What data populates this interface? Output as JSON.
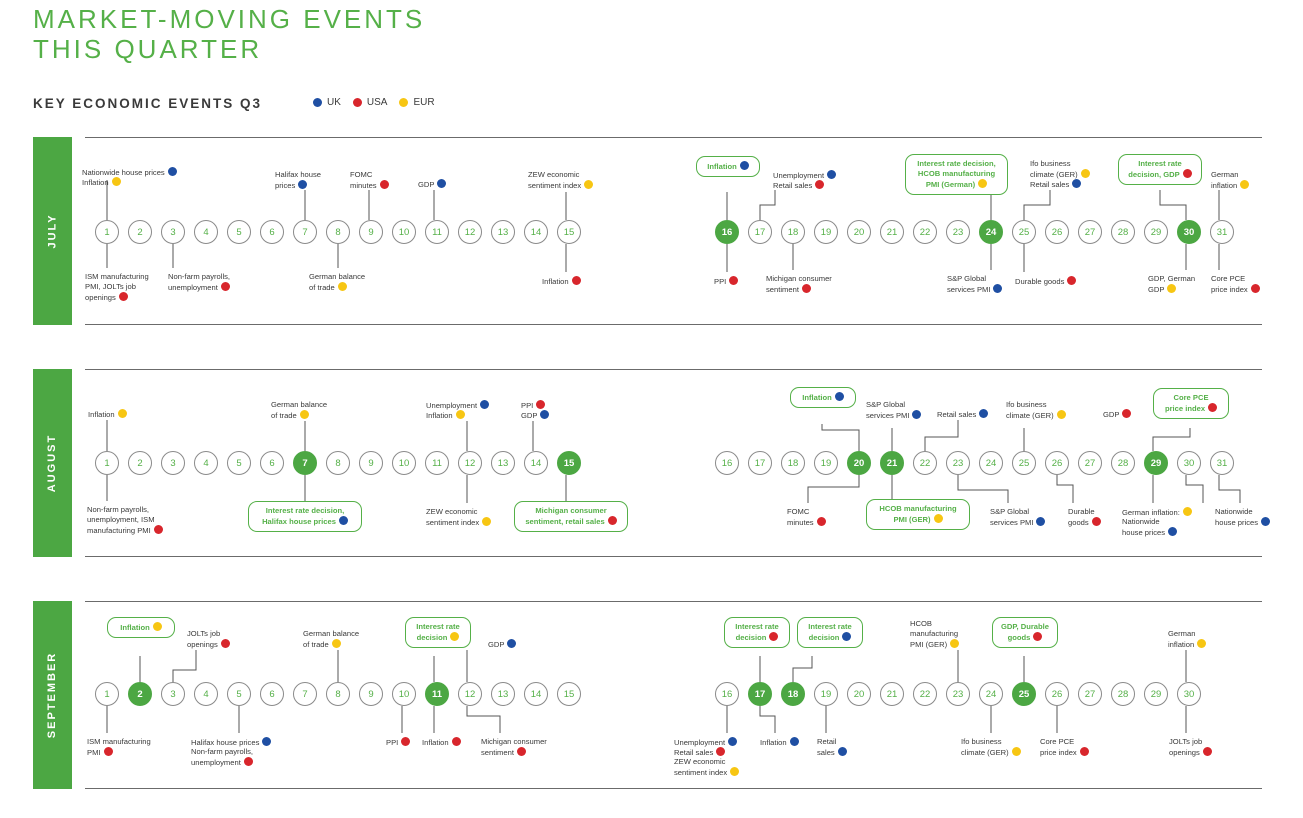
{
  "title_line1": "MARKET-MOVING EVENTS",
  "title_line2": "THIS QUARTER",
  "subtitle": "KEY ECONOMIC EVENTS Q3",
  "legend": [
    {
      "label": "UK",
      "key": "uk",
      "color": "#1f4fa3"
    },
    {
      "label": "USA",
      "key": "usa",
      "color": "#d8262c"
    },
    {
      "label": "EUR",
      "key": "eur",
      "color": "#f7c613"
    }
  ],
  "colors": {
    "brand_green": "#4ca743",
    "uk": "#1f4fa3",
    "usa": "#d8262c",
    "eur": "#f7c613"
  },
  "months": [
    {
      "name": "JULY",
      "days": 31,
      "highlighted": [
        16,
        24,
        30
      ],
      "events": [
        {
          "text": "Nationwide house prices",
          "dot": "uk"
        },
        {
          "text": "Inflation",
          "dot": "eur"
        },
        {
          "text": "ISM manufacturing\nPMI, JOLTs job\nopenings",
          "dot": "usa"
        },
        {
          "text": "Non-farm payrolls,\nunemployment",
          "dot": "usa"
        },
        {
          "text": "Halifax house\nprices",
          "dot": "uk"
        },
        {
          "text": "German balance\nof trade",
          "dot": "eur"
        },
        {
          "text": "FOMC\nminutes",
          "dot": "usa"
        },
        {
          "text": "GDP",
          "dot": "uk"
        },
        {
          "text": "ZEW economic\nsentiment index",
          "dot": "eur"
        },
        {
          "text": "Inflation",
          "dot": "usa"
        },
        {
          "text": "Inflation",
          "dot": "uk",
          "box": true
        },
        {
          "text": "PPI",
          "dot": "usa"
        },
        {
          "text": "Unemployment",
          "dot": "uk"
        },
        {
          "text": "Retail sales",
          "dot": "usa"
        },
        {
          "text": "Michigan consumer\nsentiment",
          "dot": "usa"
        },
        {
          "text": "Interest rate decision,\nHCOB manufacturing\nPMI (German)",
          "dot": "eur",
          "box": true
        },
        {
          "text": "S&P Global\nservices PMI",
          "dot": "uk"
        },
        {
          "text": "Ifo business\nclimate (GER)",
          "dot": "eur"
        },
        {
          "text": "Retail sales",
          "dot": "uk"
        },
        {
          "text": "Durable goods",
          "dot": "usa"
        },
        {
          "text": "Interest rate\ndecision, GDP",
          "dot": "usa",
          "box": true
        },
        {
          "text": "GDP, German\nGDP",
          "dot": "eur"
        },
        {
          "text": "German\ninflation",
          "dot": "eur"
        },
        {
          "text": "Core PCE\nprice index",
          "dot": "usa"
        }
      ]
    },
    {
      "name": "AUGUST",
      "days": 31,
      "highlighted": [
        7,
        15,
        20,
        21,
        29
      ],
      "events": [
        {
          "text": "Inflation",
          "dot": "eur"
        },
        {
          "text": "Non-farm payrolls,\nunemployment, ISM\nmanufacturing PMI",
          "dot": "usa"
        },
        {
          "text": "German balance\nof trade",
          "dot": "eur"
        },
        {
          "text": "Interest rate decision,\nHalifax house prices",
          "dot": "uk",
          "box": true
        },
        {
          "text": "Unemployment",
          "dot": "uk"
        },
        {
          "text": "Inflation",
          "dot": "eur"
        },
        {
          "text": "ZEW economic\nsentiment index",
          "dot": "eur"
        },
        {
          "text": "PPI",
          "dot": "usa"
        },
        {
          "text": "GDP",
          "dot": "uk"
        },
        {
          "text": "Michigan consumer\nsentiment, retail sales",
          "dot": "usa",
          "box": true
        },
        {
          "text": "Inflation",
          "dot": "uk",
          "box": true
        },
        {
          "text": "FOMC\nminutes",
          "dot": "usa"
        },
        {
          "text": "S&P Global\nservices PMI",
          "dot": "uk"
        },
        {
          "text": "HCOB manufacturing\nPMI (GER)",
          "dot": "eur",
          "box": true
        },
        {
          "text": "Retail sales",
          "dot": "uk"
        },
        {
          "text": "S&P Global\nservices PMI",
          "dot": "uk"
        },
        {
          "text": "Ifo business\nclimate (GER)",
          "dot": "eur"
        },
        {
          "text": "Durable\ngoods",
          "dot": "usa"
        },
        {
          "text": "GDP",
          "dot": "usa"
        },
        {
          "text": "Core PCE\nprice index",
          "dot": "usa",
          "box": true
        },
        {
          "text": "German inflation:",
          "dot": "eur"
        },
        {
          "text": "Nationwide\nhouse prices",
          "dot": "uk"
        },
        {
          "text": "Nationwide\nhouse prices",
          "dot": "uk"
        }
      ]
    },
    {
      "name": "SEPTEMBER",
      "days": 30,
      "highlighted": [
        2,
        11,
        17,
        18,
        25
      ],
      "events": [
        {
          "text": "Inflation",
          "dot": "eur",
          "box": true
        },
        {
          "text": "ISM manufacturing\nPMI",
          "dot": "usa"
        },
        {
          "text": "JOLTs job\nopenings",
          "dot": "usa"
        },
        {
          "text": "Halifax house prices",
          "dot": "uk"
        },
        {
          "text": "Non-farm payrolls,\nunemployment",
          "dot": "usa"
        },
        {
          "text": "German balance\nof trade",
          "dot": "eur"
        },
        {
          "text": "PPI",
          "dot": "usa"
        },
        {
          "text": "Interest rate\ndecision",
          "dot": "eur",
          "box": true
        },
        {
          "text": "Inflation",
          "dot": "usa"
        },
        {
          "text": "GDP",
          "dot": "uk"
        },
        {
          "text": "Michigan consumer\nsentiment",
          "dot": "usa"
        },
        {
          "text": "Unemployment",
          "dot": "uk"
        },
        {
          "text": "Retail sales",
          "dot": "usa"
        },
        {
          "text": "ZEW economic\nsentiment index",
          "dot": "eur"
        },
        {
          "text": "Interest rate\ndecision",
          "dot": "usa",
          "box": true
        },
        {
          "text": "Inflation",
          "dot": "uk"
        },
        {
          "text": "Interest rate\ndecision",
          "dot": "uk",
          "box": true
        },
        {
          "text": "Retail\nsales",
          "dot": "uk"
        },
        {
          "text": "HCOB\nmanufacturing\nPMI (GER)",
          "dot": "eur"
        },
        {
          "text": "Ifo business\nclimate (GER)",
          "dot": "eur"
        },
        {
          "text": "GDP, Durable\ngoods",
          "dot": "usa",
          "box": true
        },
        {
          "text": "Core PCE\nprice index",
          "dot": "usa"
        },
        {
          "text": "German\ninflation",
          "dot": "eur"
        },
        {
          "text": "JOLTs job\nopenings",
          "dot": "usa"
        }
      ]
    }
  ]
}
